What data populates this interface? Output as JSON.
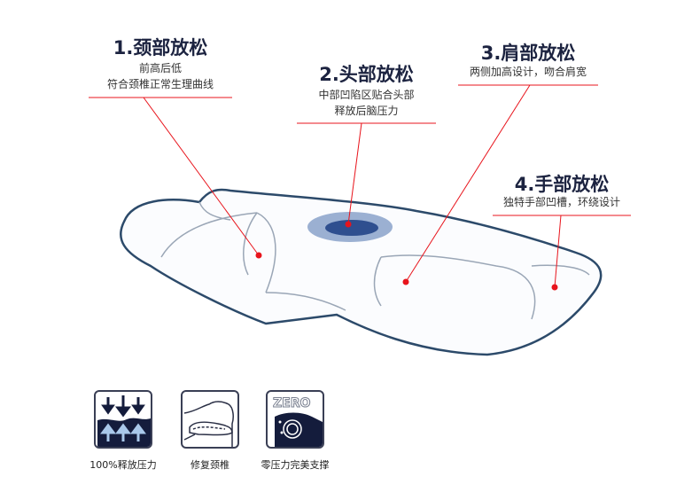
{
  "callouts": [
    {
      "title": "1.颈部放松",
      "lines": [
        "前高后低",
        "符合颈椎正常生理曲线"
      ]
    },
    {
      "title": "2.头部放松",
      "lines": [
        "中部凹陷区贴合头部",
        "释放后脑压力"
      ]
    },
    {
      "title": "3.肩部放松",
      "lines": [
        "两侧加高设计，吻合肩宽"
      ]
    },
    {
      "title": "4.手部放松",
      "lines": [
        "独特手部凹槽，环绕设计"
      ]
    }
  ],
  "features": [
    {
      "icon": "pressure-release-icon",
      "label": "100%释放压力"
    },
    {
      "icon": "neck-repair-icon",
      "label": "修复颈椎"
    },
    {
      "icon": "zero-pressure-icon",
      "label": "零压力完美支撑",
      "badge": "ZERO"
    }
  ],
  "colors": {
    "accent": "#e8141c",
    "navy": "#1c2340",
    "outline": "#2c4a6a"
  }
}
